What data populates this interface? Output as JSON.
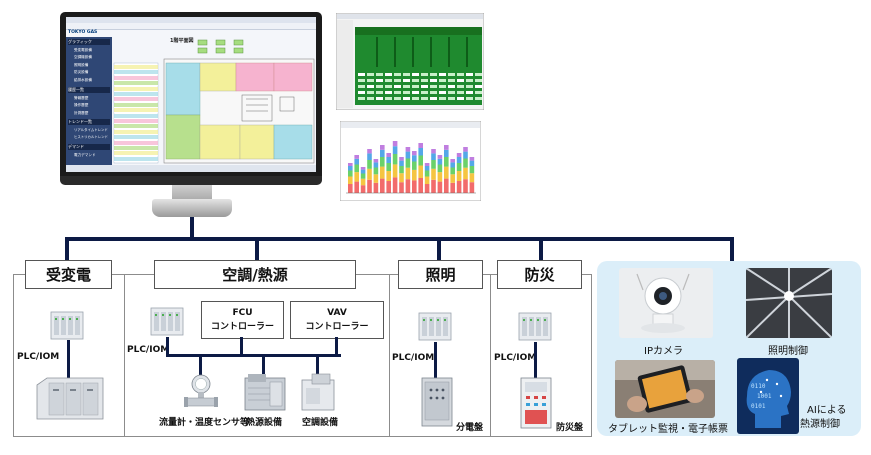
{
  "monitor": {
    "app_name": "TOKYO GAS",
    "floor_plan_title": "1階平面図",
    "sidebar_headers": [
      "グラフィック",
      "履歴一覧",
      "トレンド一覧",
      "デマンド"
    ],
    "sidebar_items": [
      "受変電設備",
      "空調機設備",
      "照明設備",
      "防災設備",
      "給排水設備",
      "警報履歴",
      "操作履歴",
      "計測履歴",
      "リアルタイムトレンド",
      "ヒストリカルトレンド",
      "電力デマンド"
    ]
  },
  "sections": {
    "substation": {
      "title": "受変電",
      "plc_label": "PLC/IOM"
    },
    "hvac": {
      "title": "空調/熱源",
      "plc_label": "PLC/IOM",
      "fcu": {
        "line1": "FCU",
        "line2": "コントローラー"
      },
      "vav": {
        "line1": "VAV",
        "line2": "コントローラー"
      },
      "devices": [
        "流量計・温度センサ等",
        "熱源設備",
        "空調設備"
      ]
    },
    "lighting": {
      "title": "照明",
      "plc_label": "PLC/IOM",
      "device": "分電盤"
    },
    "disaster": {
      "title": "防災",
      "plc_label": "PLC/IOM",
      "device": "防災盤"
    }
  },
  "features": [
    "IPカメラ",
    "照明制御",
    "タブレット監視・電子帳票",
    "AIによる",
    "熱源制御"
  ],
  "colors": {
    "bus_line": "#0c1a45",
    "feature_panel_bg": "#dbeef9",
    "plan_pink": "#f6b3cf",
    "plan_yellow": "#f3f09a",
    "plan_cyan": "#a7dde9",
    "plan_green": "#b7e08d"
  }
}
